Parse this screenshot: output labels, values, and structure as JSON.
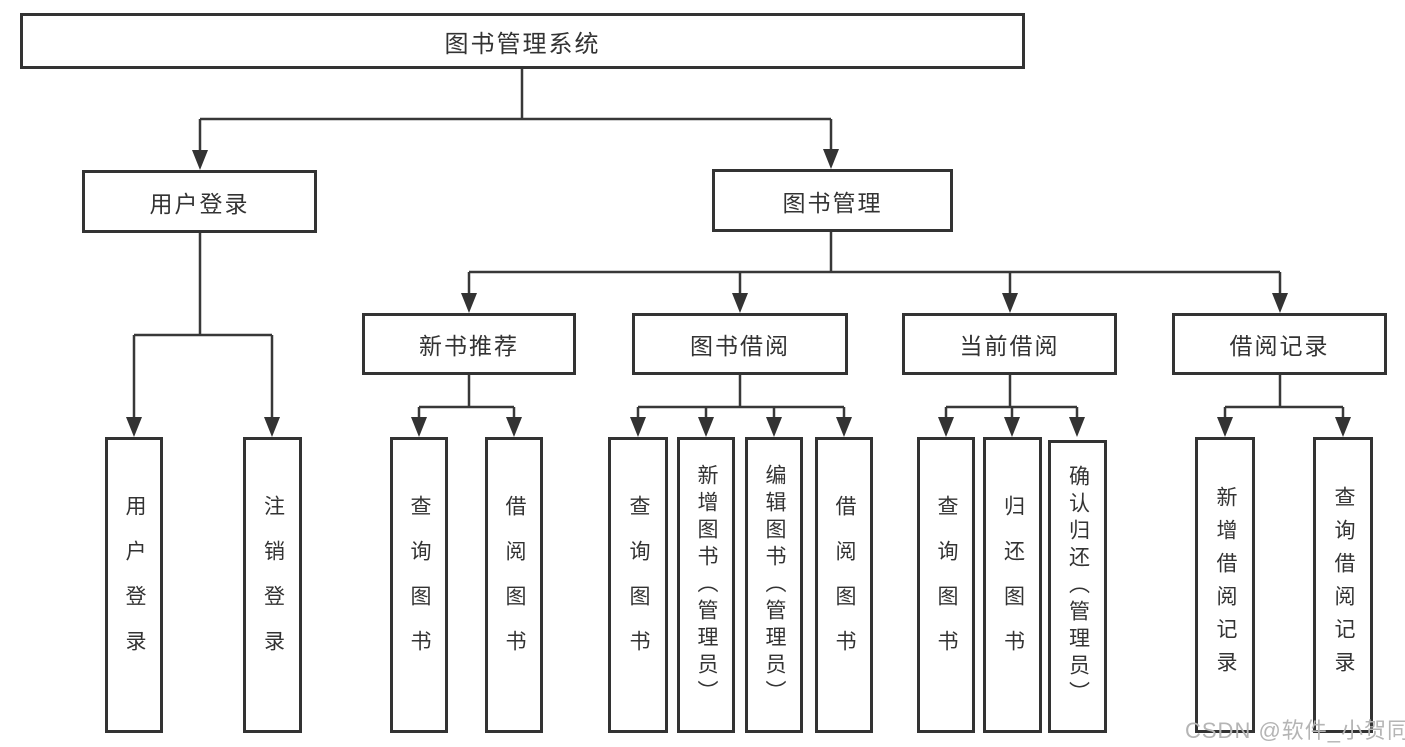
{
  "colors": {
    "line": "#383838",
    "box_border": "#333333",
    "text": "#333333",
    "watermark": "#b5b5b5",
    "background": "#ffffff"
  },
  "watermark": "CSDN @软件_小贺同学",
  "tree": {
    "label": "图书管理系统",
    "children": [
      {
        "label": "用户登录",
        "children": [
          {
            "label": "用户登录"
          },
          {
            "label": "注销登录"
          }
        ]
      },
      {
        "label": "图书管理",
        "children": [
          {
            "label": "新书推荐",
            "children": [
              {
                "label": "查询图书"
              },
              {
                "label": "借阅图书"
              }
            ]
          },
          {
            "label": "图书借阅",
            "children": [
              {
                "label": "查询图书"
              },
              {
                "label": "新增图书（管理员）"
              },
              {
                "label": "编辑图书（管理员）"
              },
              {
                "label": "借阅图书"
              }
            ]
          },
          {
            "label": "当前借阅",
            "children": [
              {
                "label": "查询图书"
              },
              {
                "label": "归还图书"
              },
              {
                "label": "确认归还（管理员）"
              }
            ]
          },
          {
            "label": "借阅记录",
            "children": [
              {
                "label": "新增借阅记录"
              },
              {
                "label": "查询借阅记录"
              }
            ]
          }
        ]
      }
    ]
  }
}
